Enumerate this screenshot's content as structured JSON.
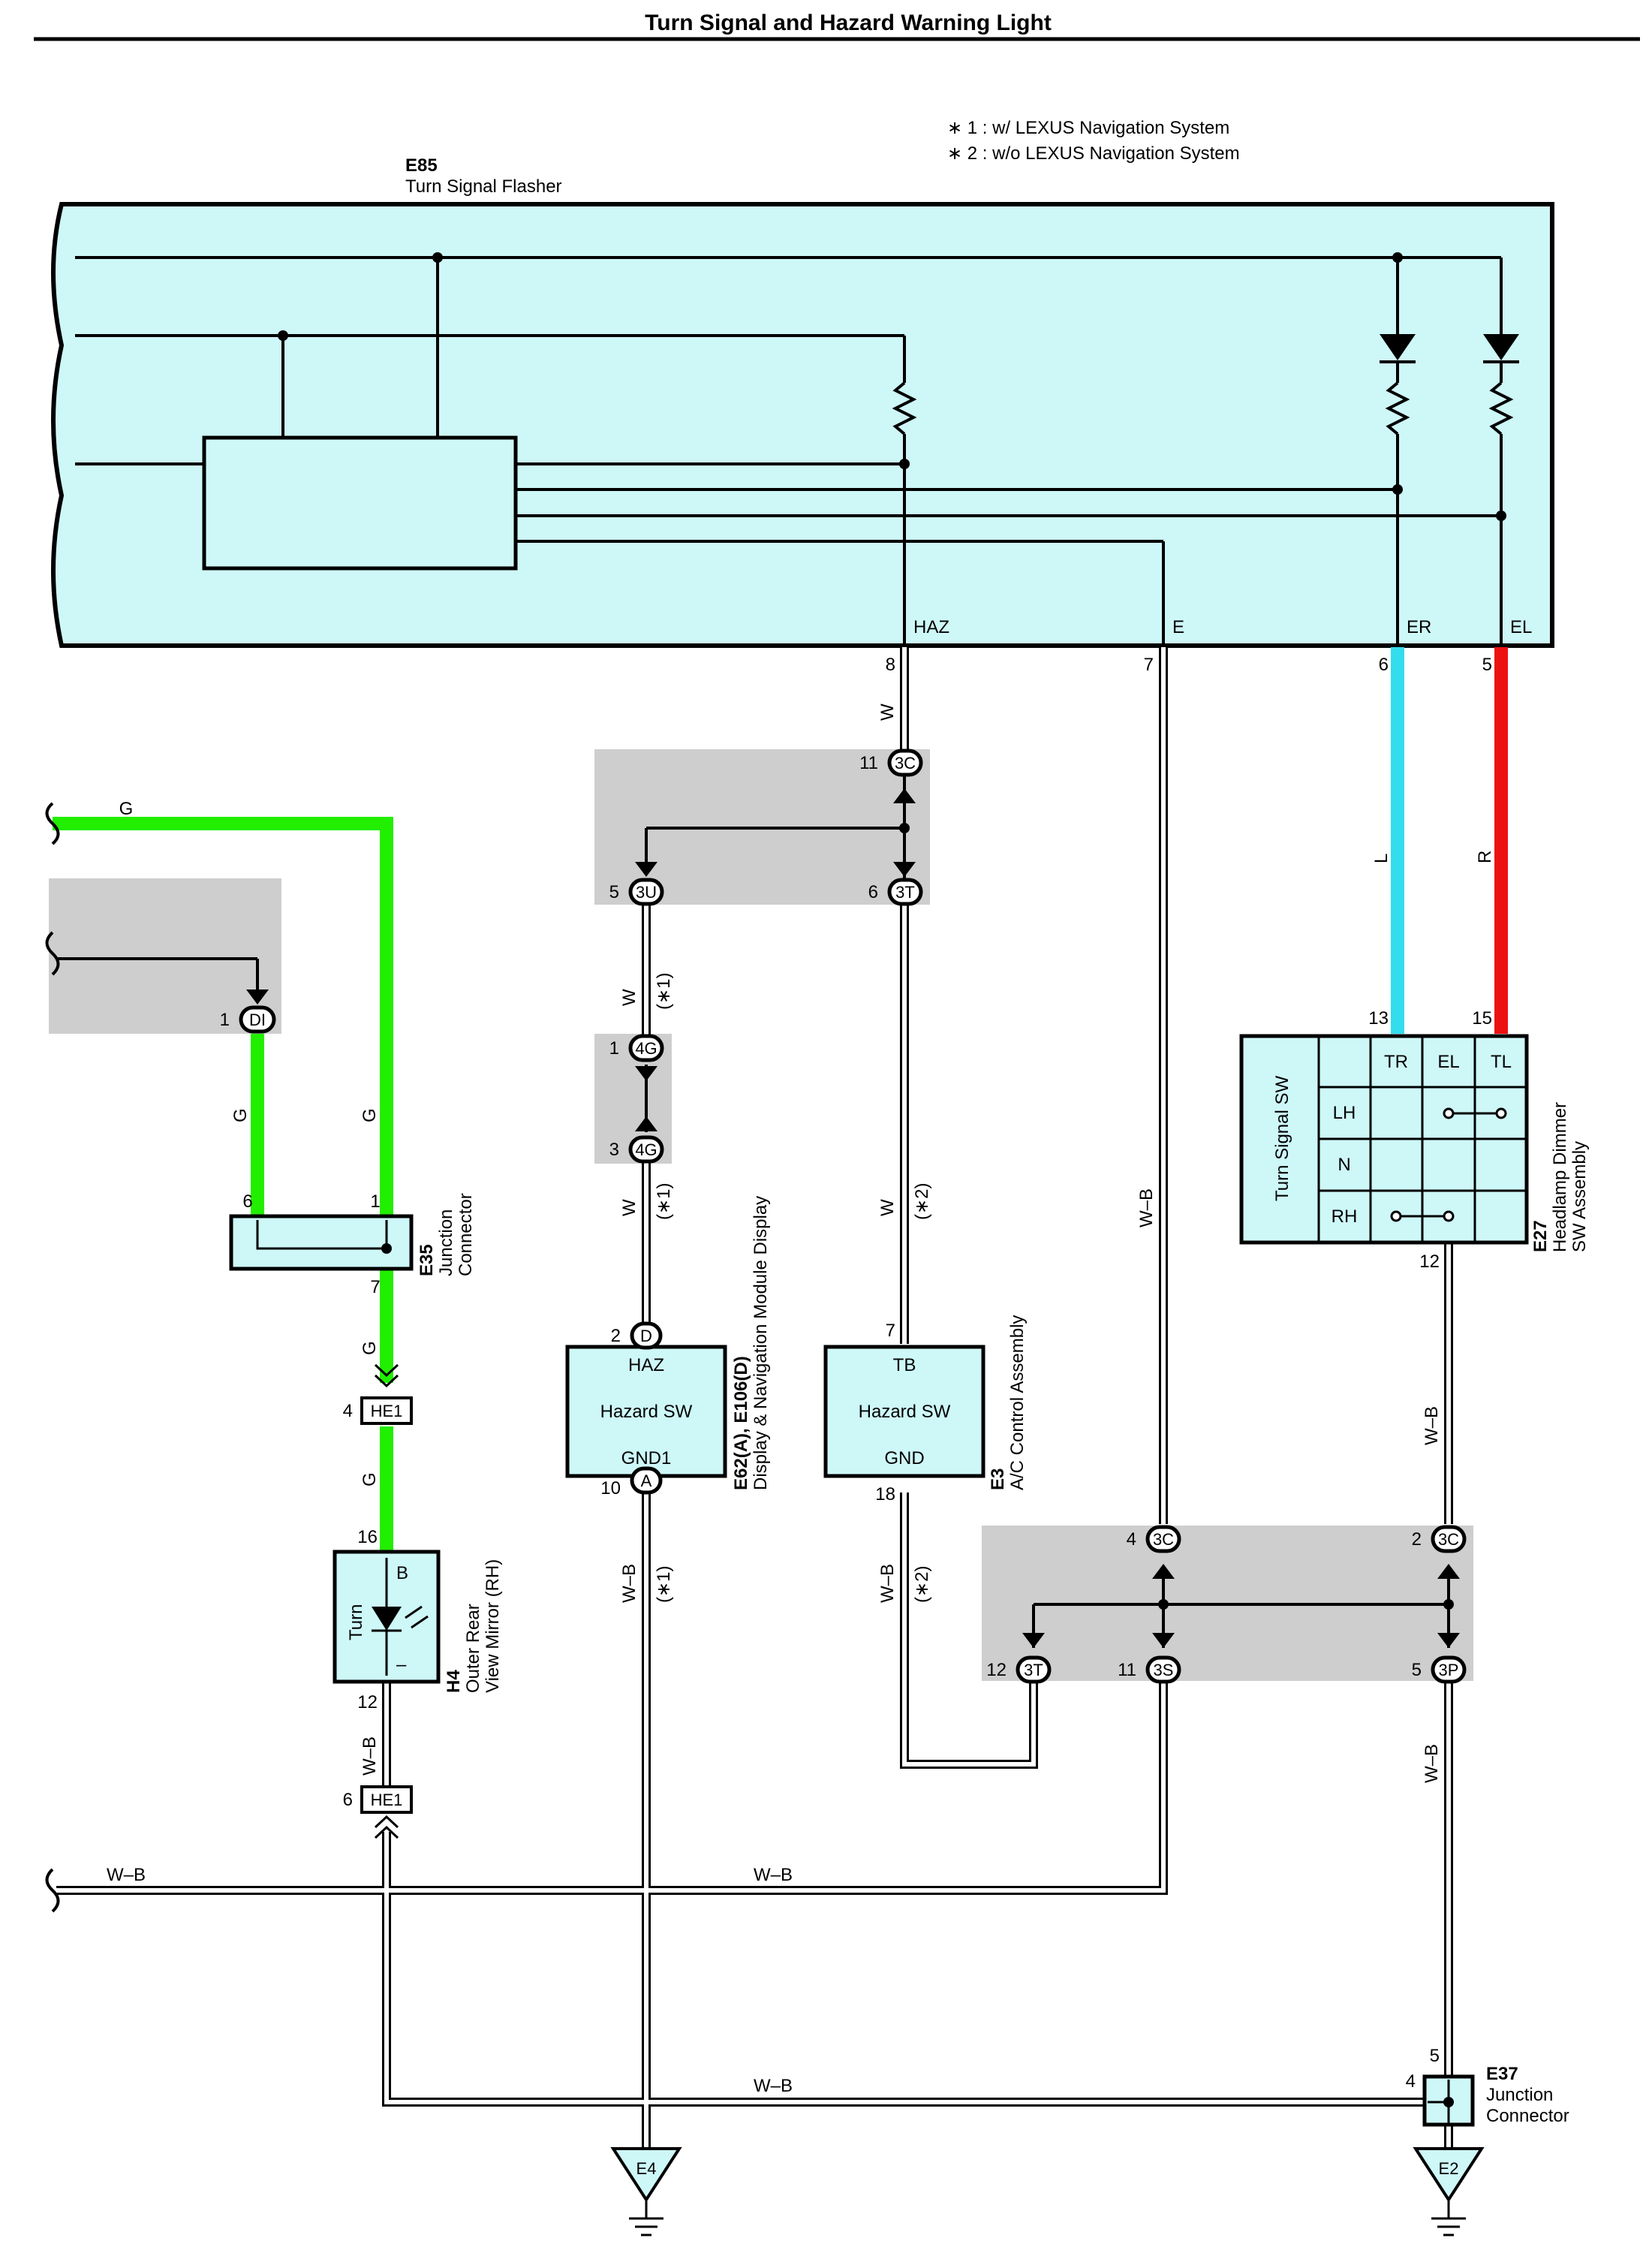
{
  "title": "Turn Signal and Hazard Warning Light",
  "notes": [
    "∗ 1 : w/ LEXUS Navigation System",
    "∗ 2 : w/o LEXUS Navigation System"
  ],
  "flasher": {
    "code": "E85",
    "name": "Turn Signal Flasher",
    "terminals": {
      "haz": "HAZ",
      "e": "E",
      "er": "ER",
      "el": "EL"
    },
    "pins": {
      "haz": "8",
      "e": "7",
      "er": "6",
      "el": "5"
    }
  },
  "wires": {
    "w": "W",
    "g": "G",
    "l": "L",
    "r": "R",
    "wb": "W–B",
    "note1": "(∗1)",
    "note2": "(∗2)"
  },
  "connectors": {
    "c3c": "3C",
    "c3u": "3U",
    "c3t": "3T",
    "c4g": "4G",
    "cdi": "DI",
    "c3s": "3S",
    "c3p": "3P",
    "che1": "HE1",
    "cd": "D",
    "ca": "A",
    "pin_11": "11",
    "pin_5": "5",
    "pin_6": "6",
    "pin_1": "1",
    "pin_3": "3",
    "pin_7": "7",
    "pin_4": "4",
    "pin_16": "16",
    "pin_12": "12",
    "pin_2": "2",
    "pin_10": "10",
    "pin_18": "18",
    "pin_13": "13",
    "pin_15": "15"
  },
  "e35": {
    "code": "E35",
    "line1": "Junction",
    "line2": "Connector"
  },
  "h4": {
    "code": "H4",
    "line1": "Outer Rear",
    "line2": "View Mirror (RH)",
    "term_b": "B",
    "term_minus": "–",
    "turn": "Turn"
  },
  "e62": {
    "code": "E62(A), E106(D)",
    "name": "Display & Navigation Module Display",
    "top": "HAZ",
    "mid": "Hazard SW",
    "bot": "GND1"
  },
  "e3": {
    "code": "E3",
    "name": "A/C Control Assembly",
    "top": "TB",
    "mid": "Hazard SW",
    "bot": "GND"
  },
  "e27": {
    "code": "E27",
    "line1": "Headlamp Dimmer",
    "line2": "SW Assembly",
    "side": "Turn Signal SW",
    "cols": [
      "TR",
      "EL",
      "TL"
    ],
    "rows": [
      "LH",
      "N",
      "RH"
    ]
  },
  "e37": {
    "code": "E37",
    "line1": "Junction",
    "line2": "Connector"
  },
  "grounds": {
    "e4": "E4",
    "e2": "E2"
  },
  "colors": {
    "green": "#22ee00",
    "cyan": "#33ddee",
    "red": "#ee1111",
    "panel": "#cef7f8",
    "gray": "#cecece"
  }
}
